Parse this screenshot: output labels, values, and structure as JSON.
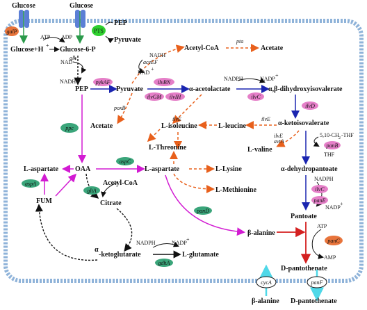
{
  "colors": {
    "membrane": "#8fb3d9",
    "transporter": "#5b7fd6",
    "pink": "#e57fc8",
    "green": "#3aa57a",
    "orange_enzyme": "#e8743b",
    "blue_arrow": "#1a25b0",
    "magenta_arrow": "#d21bd2",
    "orange_arrow": "#e8601c",
    "red_arrow": "#d42020",
    "cyan_arrow": "#4fd8e8",
    "black": "#111111"
  },
  "metabolites": {
    "glucose_left": "Glucose",
    "glucose_right": "Glucose",
    "glucose_h": "Glucose+H",
    "glucose_h_sup": "+",
    "glucose6p": "Glucose-6-P",
    "pep_out": "PEP",
    "pyruvate_out": "Pyruvate",
    "acetyl_coa_top": "Acetyl-CoA",
    "acetate_top": "Acetate",
    "pep": "PEP",
    "pyruvate": "Pyruvate",
    "acetolactate": "α-acetolactate",
    "dihydroxy": "α,β-dihydroxyisovalerate",
    "ketoisovalerate": "α-ketoisovalerate",
    "acetate_mid": "Acetate",
    "isoleucine": "L-isoleucine",
    "leucine": "L-leucine",
    "valine": "L-valine",
    "threonine": "L-Threonine",
    "dehydropantoate": "α-dehydropantoate",
    "oaa": "OAA",
    "l_aspartate_left": "L-aspartate",
    "l_aspartate_mid": "L-aspartate",
    "lysine": "L-Lysine",
    "methionine": "L-Methionine",
    "fum": "FUM",
    "acetyl_coa_mid": "Acetyl-CoA",
    "citrate": "Citrate",
    "pantoate": "Pantoate",
    "beta_alanine": "β-alanine",
    "ketoglutarate_a": "α",
    "ketoglutarate": "-ketoglutarate",
    "glutamate": "L-glutamate",
    "d_pantothenate": "D-pantothenate",
    "beta_alanine_ext": "β-alanine",
    "d_pantothenate_ext": "D-pantothenate"
  },
  "cofactors": {
    "atp_top": "ATP",
    "adp_top": "ADP",
    "nad_plus_1": "NAD",
    "nadh_1": "NADH",
    "nadh_2": "NADH",
    "nad_plus_2": "NAD",
    "nadph_1": "NADPH",
    "nadp_1": "NADP",
    "thf_donor": "5,10-CH",
    "thf_donor_tail": "-THF",
    "thf": "THF",
    "nadph_2": "NADPH",
    "nadp_2": "NADP",
    "atp_pan": "ATP",
    "amp_pan": "AMP",
    "nadph_3": "NADPH",
    "nadp_3": "NADP",
    "plus": "+",
    "two": "2"
  },
  "enzymes": {
    "galp": "galP",
    "pts": "PTS",
    "glk": "glk",
    "pta": "pta",
    "aceef": "aceEF",
    "pykaf": "pykAF",
    "ilvbn": "ilvBN",
    "ilvgm": "ilvGM",
    "ilvih": "ilvIH",
    "ilvc_1": "ilvC",
    "ilvd": "ilvD",
    "poxb": "poxB",
    "ilve_1": "ilvE",
    "ilve_2": "ilvE",
    "ilve_3": "ilvE",
    "avta": "avtA",
    "panb": "panB",
    "ilvc_2": "ilvC",
    "pane": "panE",
    "ppc": "ppc",
    "aspc": "aspC",
    "aspa": "aspA",
    "glta": "gltA",
    "pand": "panD",
    "panc": "panC",
    "gdha": "gdhA",
    "cyca": "cycA",
    "panf": "panF"
  }
}
